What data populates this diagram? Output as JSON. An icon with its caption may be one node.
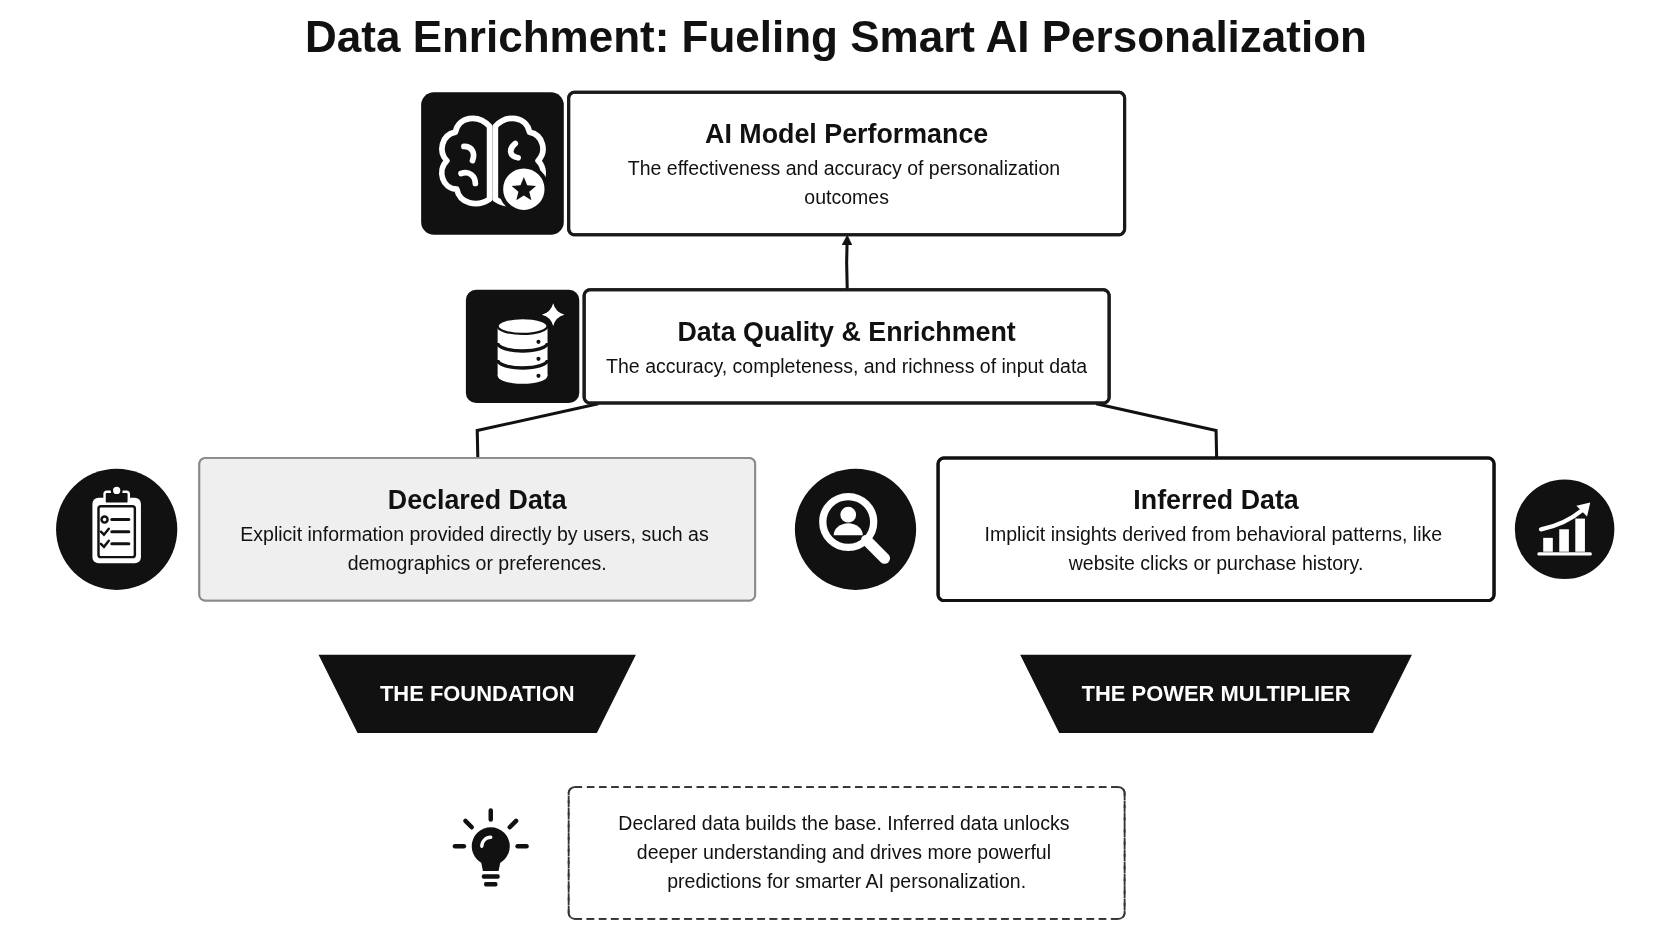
{
  "diagram": {
    "title": "Data Enrichment: Fueling Smart AI Personalization",
    "nodes": [
      {
        "text": [
          "AI Model Performance",
          "The effectiveness and accuracy of personalization outcomes"
        ]
      },
      {
        "text": [
          "Data Quality & Enrichment",
          "The accuracy, completeness, and richness of input data"
        ]
      },
      {
        "text": [
          "Declared Data",
          "Explicit information provided directly by users, such as demographics or preferences."
        ]
      },
      {
        "text": [
          "Inferred Data",
          "Implicit insights derived from behavioral patterns, like website clicks or purchase history."
        ]
      },
      {
        "text": [
          "THE FOUNDATION"
        ]
      },
      {
        "text": [
          "THE POWER MULTIPLIER"
        ]
      },
      {
        "text": [
          "Declared data builds the base. Inferred data unlocks deeper understanding and drives more powerful predictions for smarter AI personalization."
        ]
      }
    ],
    "edges": [
      {
        "from": 1,
        "to": 0,
        "arrow": "to"
      },
      {
        "from": 2,
        "to": 1,
        "arrow": "none"
      },
      {
        "from": 3,
        "to": 1,
        "arrow": "none"
      }
    ]
  }
}
